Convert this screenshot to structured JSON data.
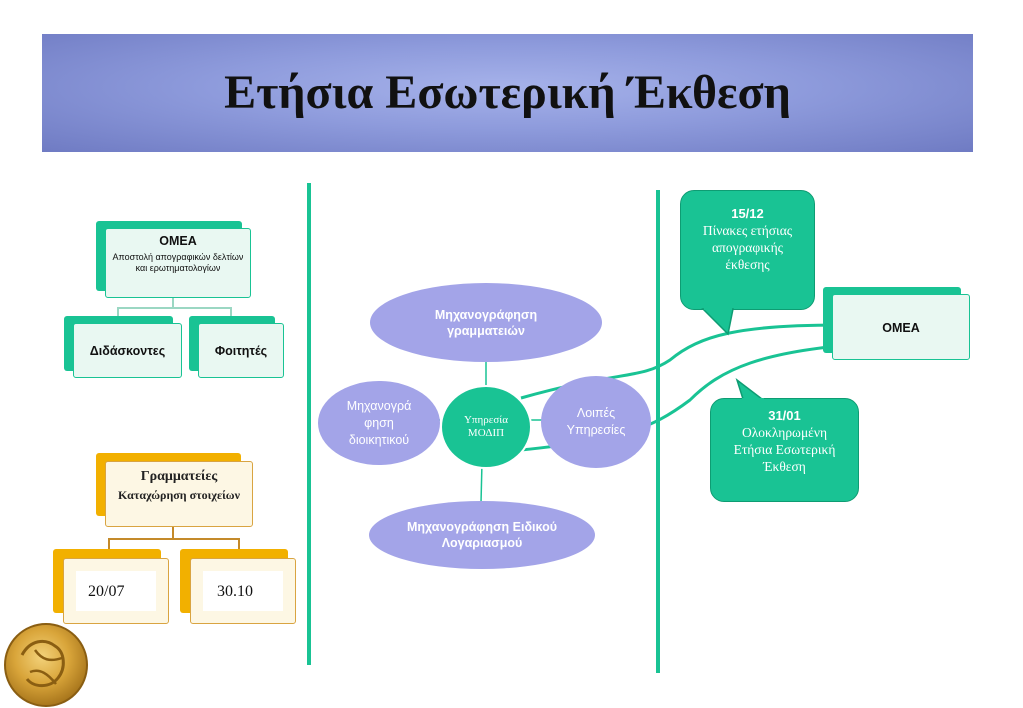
{
  "title": "Ετήσια Εσωτερική Έκθεση",
  "org_chart_top": {
    "root_title": "ΟΜΕΑ",
    "root_subtitle": "Αποστολή απογραφικών δελτίων και ερωτηματολογίων",
    "children": [
      "Διδάσκοντες",
      "Φοιτητές"
    ]
  },
  "org_chart_bottom": {
    "root_title": "Γραμματείες",
    "root_subtitle": "Καταχώρηση στοιχείων",
    "children": [
      "20/07",
      "30.10"
    ]
  },
  "hub": {
    "center": "Υπηρεσία ΜΟΔΙΠ",
    "top": "Μηχανογράφηση γραμματειών",
    "left": "Μηχανογρά φηση διοικητικού",
    "right": "Λοιπές Υπηρεσίες",
    "bottom": "Μηχανογράφηση Ειδικού Λογαριασμού"
  },
  "callout_top": {
    "date": "15/12",
    "text": "Πίνακες ετήσιας απογραφικής έκθεσης"
  },
  "callout_bottom": {
    "date": "31/01",
    "text": "Ολοκληρωμένη Ετήσια Εσωτερική Έκθεση"
  },
  "target_box": "ΟΜΕΑ",
  "colors": {
    "green": "#19c394",
    "banner": "#8e9bdc",
    "ellipse": "#a3a4e8",
    "gold": "#f2b000"
  },
  "logo_icon": "ancient-coin-icon"
}
